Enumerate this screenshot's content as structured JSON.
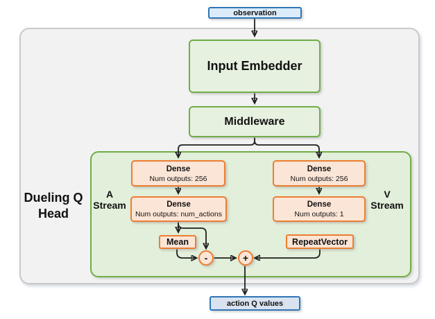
{
  "observation": {
    "label": "observation"
  },
  "pipeline": {
    "input_embedder": "Input Embedder",
    "middleware": "Middleware"
  },
  "dueling_q_head": {
    "label_line1": "Dueling Q",
    "label_line2": "Head",
    "a_stream": {
      "label_line1": "A",
      "label_line2": "Stream",
      "dense1": {
        "title": "Dense",
        "subtitle": "Num outputs: 256"
      },
      "dense2": {
        "title": "Dense",
        "subtitle": "Num outputs: num_actions"
      },
      "mean": "Mean"
    },
    "v_stream": {
      "label_line1": "V",
      "label_line2": "Stream",
      "dense1": {
        "title": "Dense",
        "subtitle": "Num outputs: 256"
      },
      "dense2": {
        "title": "Dense",
        "subtitle": "Num outputs: 1"
      },
      "repeat_vector": "RepeatVector"
    },
    "operators": {
      "subtract": "-",
      "add": "+"
    }
  },
  "action_q_values": {
    "label": "action Q values"
  },
  "colors": {
    "green_border": "#70ad47",
    "green_fill_container": "#e2efda",
    "green_fill_node": "#e7f1e0",
    "orange_border": "#ed7d31",
    "orange_fill": "#fbe5d6",
    "blue_border": "#2e75b6",
    "blue_fill_top": "#dcebfa",
    "blue_fill_bottom": "#d9e3f0",
    "gray_fill": "#f2f2f2",
    "gray_border": "#c9c9c9",
    "arrow": "#1f1f1f",
    "text": "#111111"
  }
}
